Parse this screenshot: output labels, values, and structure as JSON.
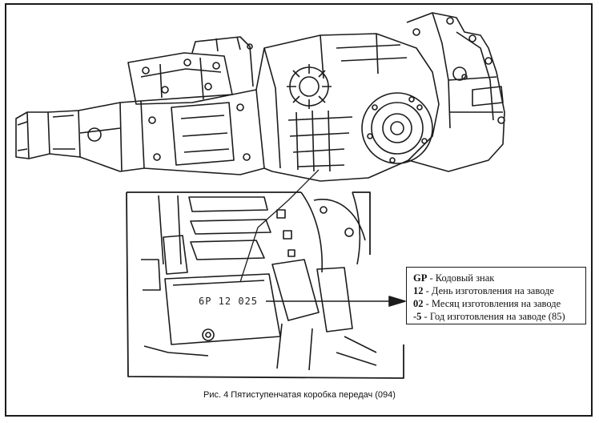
{
  "figure": {
    "stamp_code": "6P 12 025",
    "caption": "Рис. 4 Пятиступенчатая коробка передач (094)"
  },
  "legend": {
    "items": [
      {
        "code": "GP",
        "text": " - Кодовый знак"
      },
      {
        "code": "12",
        "text": " - День изготовления на заводе"
      },
      {
        "code": "02",
        "text": " - Месяц изготовления на заводе"
      },
      {
        "code": "-5",
        "text": " - Год изготовления на заводе (85)"
      }
    ]
  }
}
